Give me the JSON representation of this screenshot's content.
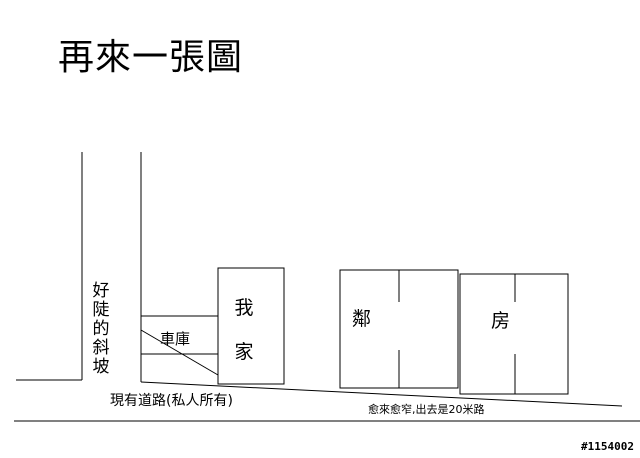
{
  "title": "再來一張圖",
  "labels": {
    "slope": "好陡的斜坡",
    "garage": "車庫",
    "my_home": "我家",
    "neighbor_left": "鄰",
    "neighbor_right": "房",
    "existing_road": "現有道路(私人所有)",
    "narrowing_note": "愈來愈窄,出去是20米路"
  },
  "watermark": "#1154002",
  "colors": {
    "line": "#000000",
    "background": "#ffffff"
  }
}
